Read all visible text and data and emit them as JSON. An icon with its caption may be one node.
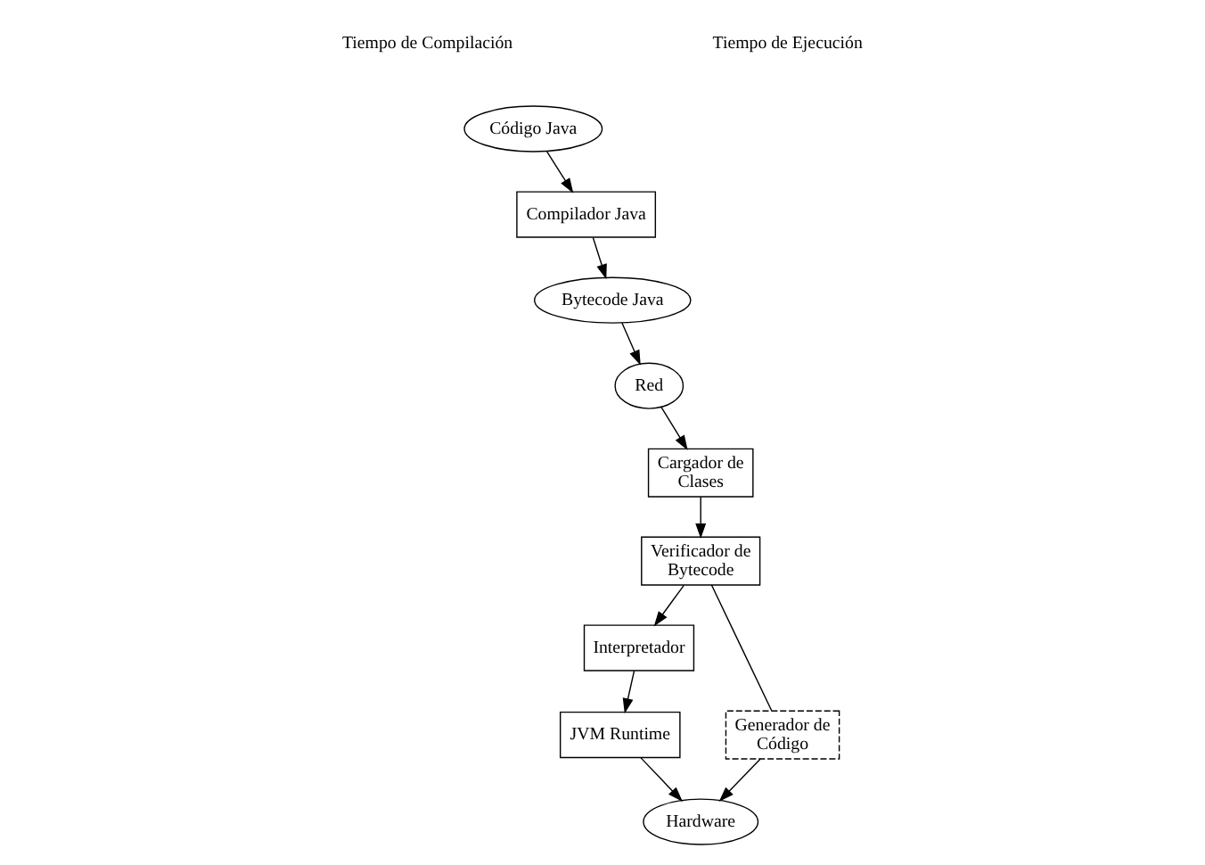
{
  "diagram": {
    "nodes": [
      {
        "text": [
          "Código Java"
        ]
      },
      {
        "text": [
          "Compilador Java"
        ]
      },
      {
        "text": [
          "Bytecode Java"
        ]
      },
      {
        "text": [
          "Red"
        ]
      },
      {
        "text": [
          "Cargador de Clases"
        ]
      },
      {
        "text": [
          "Verificador de Bytecode"
        ]
      },
      {
        "text": [
          "Interpretador"
        ]
      },
      {
        "text": [
          "JVM Runtime"
        ]
      },
      {
        "text": [
          "Generador de Código"
        ]
      },
      {
        "text": [
          "Hardware"
        ]
      }
    ],
    "edges": [
      {
        "from": 0,
        "to": 1,
        "arrow": "to"
      },
      {
        "from": 1,
        "to": 2,
        "arrow": "to"
      },
      {
        "from": 2,
        "to": 3,
        "arrow": "to"
      },
      {
        "from": 3,
        "to": 4,
        "arrow": "to"
      },
      {
        "from": 4,
        "to": 5,
        "arrow": "to"
      },
      {
        "from": 5,
        "to": 6,
        "arrow": "to"
      },
      {
        "from": 5,
        "to": 8,
        "arrow": "none"
      },
      {
        "from": 6,
        "to": 7,
        "arrow": "to"
      },
      {
        "from": 7,
        "to": 9,
        "arrow": "to"
      },
      {
        "from": 8,
        "to": 9,
        "arrow": "to"
      }
    ],
    "labels": [
      "Tiempo de Compilación",
      "Tiempo de Ejecución"
    ]
  }
}
